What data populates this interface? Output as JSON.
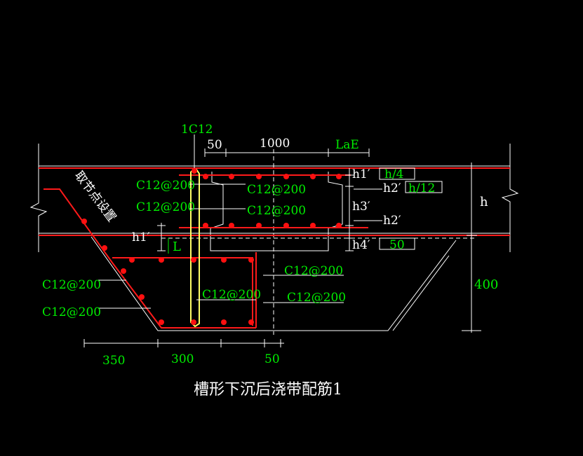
{
  "title": "槽形下沉后浇带配筋1",
  "labels": {
    "top_bar": "1C12",
    "dim_50_top": "50",
    "dim_1000": "1000",
    "dim_lae": "LaE",
    "h1_right": "h1′",
    "h1_right_val": "h/4",
    "h2_right_upper": "h2′",
    "h2_right_upper_val": "h/12",
    "h3_right": "h3′",
    "h2_right_lower": "h2′",
    "h4_right": "h4′",
    "h4_right_val": "50",
    "h_total": "h",
    "dim_400": "400",
    "h1_left": "h1′",
    "L": "L",
    "rotated_note": "取节点设置",
    "slab_top_rebar_left": "C12@200",
    "slab_bot_rebar_left": "C12@200",
    "slab_top_rebar_mid": "C12@200",
    "slab_bot_rebar_mid": "C12@200",
    "trough_slope_rebar_1": "C12@200",
    "trough_slope_rebar_2": "C12@200",
    "trough_right_rebar_1": "C12@200",
    "trough_right_rebar_2": "C12@200",
    "trough_inner_rebar": "C12@200",
    "dim_350": "350",
    "dim_300": "300",
    "dim_50_bottom": "50"
  },
  "colors": {
    "background": "#000000",
    "concrete_line": "#ffffff",
    "rebar": "#ff1a1a",
    "annotation": "#00ee00",
    "center_bar": "#ffff66"
  }
}
